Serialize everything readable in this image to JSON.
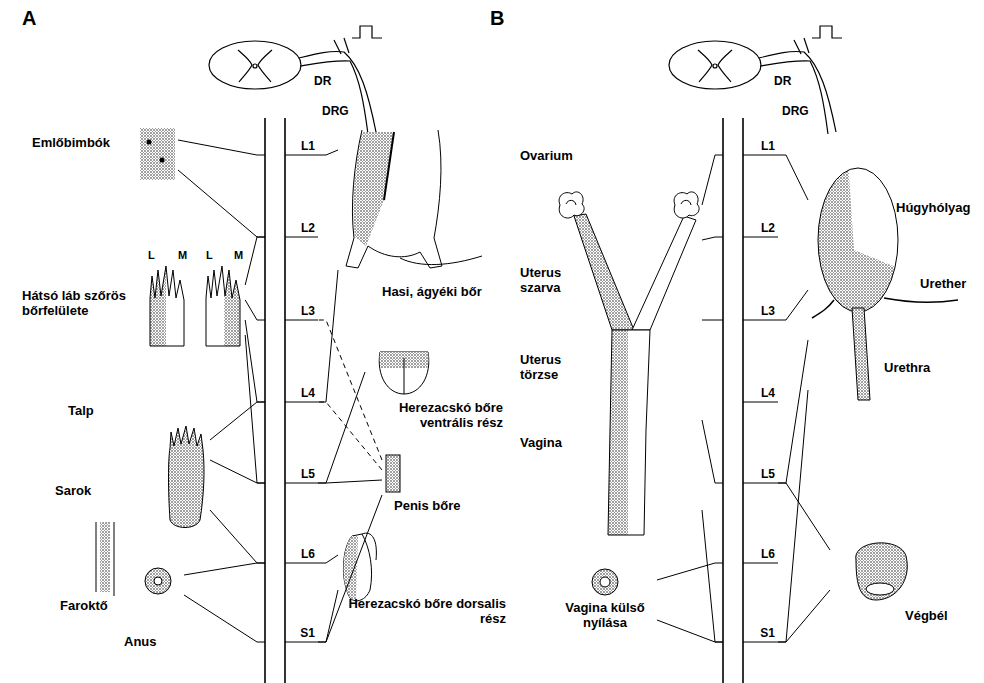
{
  "diagram": {
    "nodes": [
      {
        "text": [
          "Emlőbimbók"
        ]
      },
      {
        "text": [
          "Hátsó láb szőrös bőrfelülete",
          "L",
          "M",
          "L",
          "M"
        ]
      },
      {
        "text": [
          "Talp",
          "Sarok"
        ]
      },
      {
        "text": [
          "Faroktő"
        ]
      },
      {
        "text": [
          "Anus"
        ]
      },
      {
        "text": [
          "L1"
        ]
      },
      {
        "text": [
          "L2"
        ]
      },
      {
        "text": [
          "L3"
        ]
      },
      {
        "text": [
          "L4"
        ]
      },
      {
        "text": [
          "L5"
        ]
      },
      {
        "text": [
          "L6"
        ]
      },
      {
        "text": [
          "S1"
        ]
      },
      {
        "text": [
          "Hasi, ágyéki bőr"
        ]
      },
      {
        "text": [
          "Herezacskó bőre ventrális rész"
        ]
      },
      {
        "text": [
          "Penis bőre"
        ]
      },
      {
        "text": [
          "Herezacskó bőre dorsalis rész"
        ]
      },
      {
        "text": [
          "Ovarium",
          "Uterus szarva",
          "Uterus törzse",
          "Vagina"
        ]
      },
      {
        "text": [
          "Vagina külső nyílása"
        ]
      },
      {
        "text": [
          "L1"
        ]
      },
      {
        "text": [
          "L2"
        ]
      },
      {
        "text": [
          "L3"
        ]
      },
      {
        "text": [
          "L4"
        ]
      },
      {
        "text": [
          "L5"
        ]
      },
      {
        "text": [
          "L6"
        ]
      },
      {
        "text": [
          "S1"
        ]
      },
      {
        "text": [
          "Húgyhólyag",
          "Urether",
          "Urethra"
        ]
      },
      {
        "text": [
          "Végbél"
        ]
      }
    ],
    "edges": [
      {
        "from": 0,
        "to": 5,
        "arrow": "none"
      },
      {
        "from": 0,
        "to": 6,
        "arrow": "none"
      },
      {
        "from": 1,
        "to": 6,
        "arrow": "none"
      },
      {
        "from": 1,
        "to": 7,
        "arrow": "none"
      },
      {
        "from": 1,
        "to": 8,
        "arrow": "none"
      },
      {
        "from": 1,
        "to": 9,
        "arrow": "none"
      },
      {
        "from": 2,
        "to": 8,
        "arrow": "none"
      },
      {
        "from": 2,
        "to": 9,
        "arrow": "none"
      },
      {
        "from": 2,
        "to": 10,
        "arrow": "none"
      },
      {
        "from": 4,
        "to": 10,
        "arrow": "none"
      },
      {
        "from": 4,
        "to": 11,
        "arrow": "none"
      },
      {
        "from": 12,
        "to": 5,
        "arrow": "none"
      },
      {
        "from": 12,
        "to": 8,
        "arrow": "none"
      },
      {
        "from": 13,
        "to": 9,
        "arrow": "none"
      },
      {
        "from": 14,
        "to": 7,
        "arrow": "none"
      },
      {
        "from": 14,
        "to": 8,
        "arrow": "none"
      },
      {
        "from": 14,
        "to": 9,
        "arrow": "none"
      },
      {
        "from": 14,
        "to": 11,
        "arrow": "none"
      },
      {
        "from": 15,
        "to": 10,
        "arrow": "none"
      },
      {
        "from": 15,
        "to": 11,
        "arrow": "none"
      },
      {
        "from": 16,
        "to": 18,
        "arrow": "none"
      },
      {
        "from": 16,
        "to": 19,
        "arrow": "none"
      },
      {
        "from": 16,
        "to": 20,
        "arrow": "none"
      },
      {
        "from": 16,
        "to": 22,
        "arrow": "none"
      },
      {
        "from": 16,
        "to": 24,
        "arrow": "none"
      },
      {
        "from": 17,
        "to": 23,
        "arrow": "none"
      },
      {
        "from": 17,
        "to": 24,
        "arrow": "none"
      },
      {
        "from": 25,
        "to": 18,
        "arrow": "none"
      },
      {
        "from": 25,
        "to": 20,
        "arrow": "none"
      },
      {
        "from": 25,
        "to": 22,
        "arrow": "none"
      },
      {
        "from": 25,
        "to": 24,
        "arrow": "none"
      },
      {
        "from": 26,
        "to": 22,
        "arrow": "none"
      },
      {
        "from": 26,
        "to": 24,
        "arrow": "none"
      }
    ],
    "labels": [
      "A",
      "DR",
      "DRG",
      "B",
      "DR",
      "DRG"
    ]
  }
}
